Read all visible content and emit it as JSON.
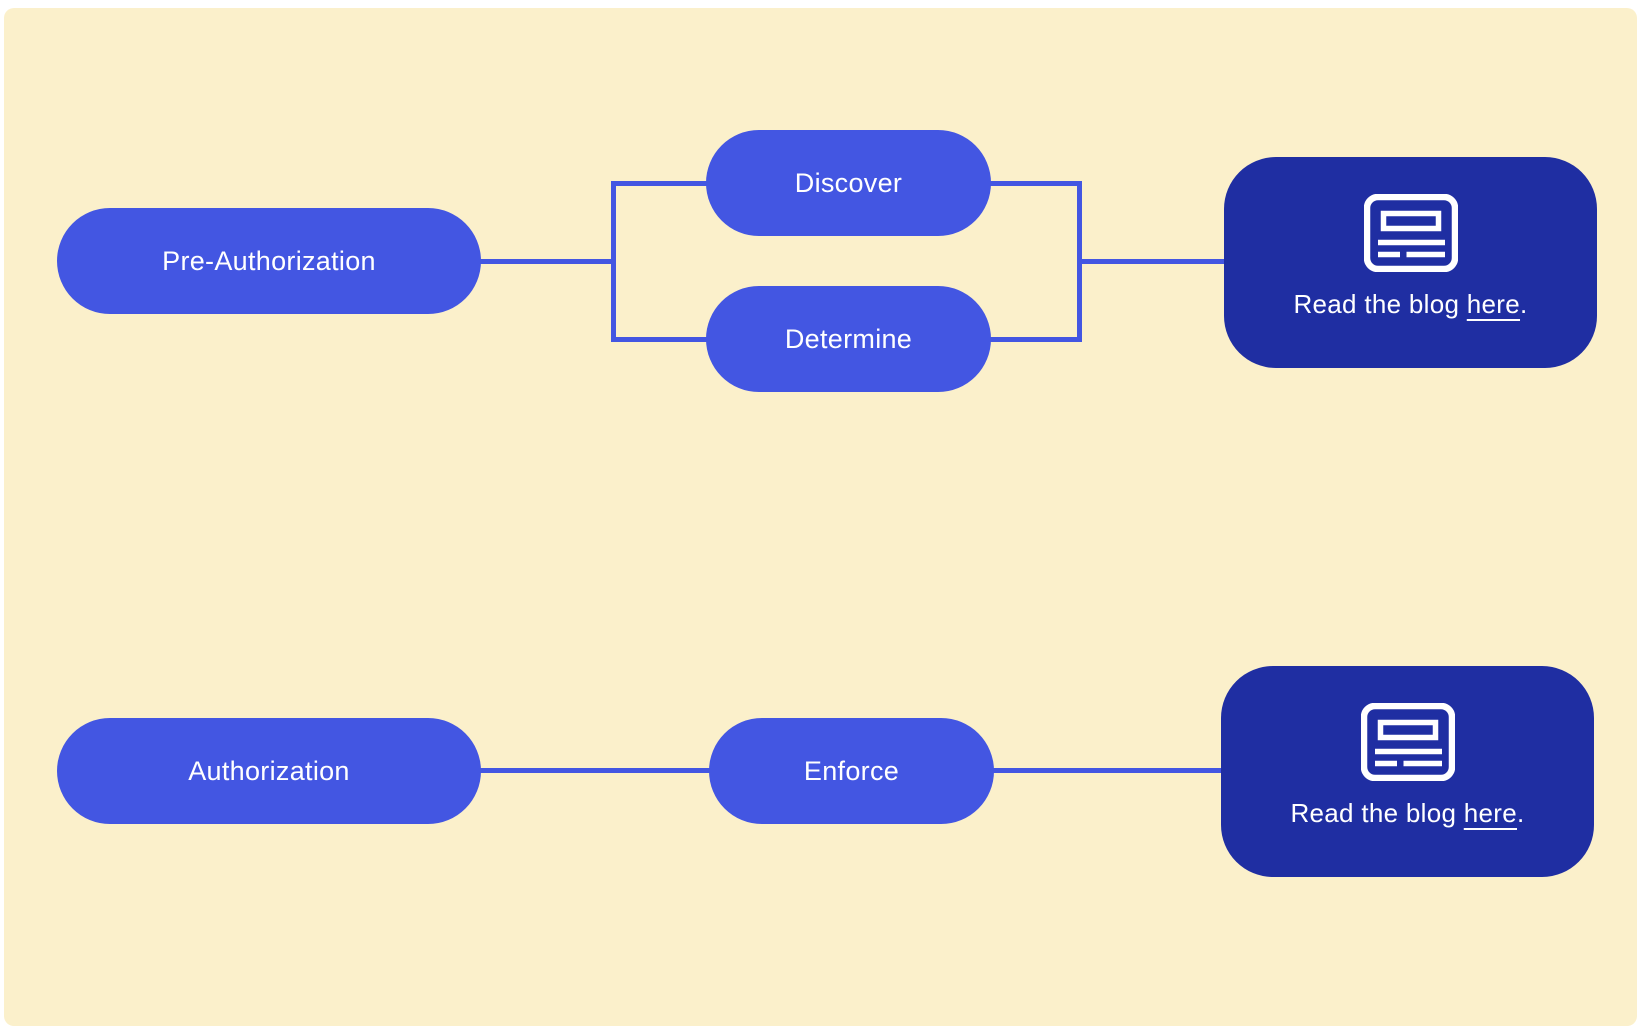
{
  "page": {
    "background": "#FFFFFF",
    "canvas_background": "#FBF0CB"
  },
  "colors": {
    "node_blue": "#4356E2",
    "connector_blue": "#4356E2",
    "card_dark_blue": "#1F2EA2",
    "text_white": "#FFFFFF"
  },
  "flow_preauthorization": {
    "source_label": "Pre-Authorization",
    "branch_top_label": "Discover",
    "branch_bottom_label": "Determine",
    "card": {
      "icon": "blog-article-icon",
      "text_before": "Read the blog ",
      "link_label": "here",
      "text_after": "."
    }
  },
  "flow_authorization": {
    "source_label": "Authorization",
    "step_label": "Enforce",
    "card": {
      "icon": "blog-article-icon",
      "text_before": "Read the blog ",
      "link_label": "here",
      "text_after": "."
    }
  }
}
